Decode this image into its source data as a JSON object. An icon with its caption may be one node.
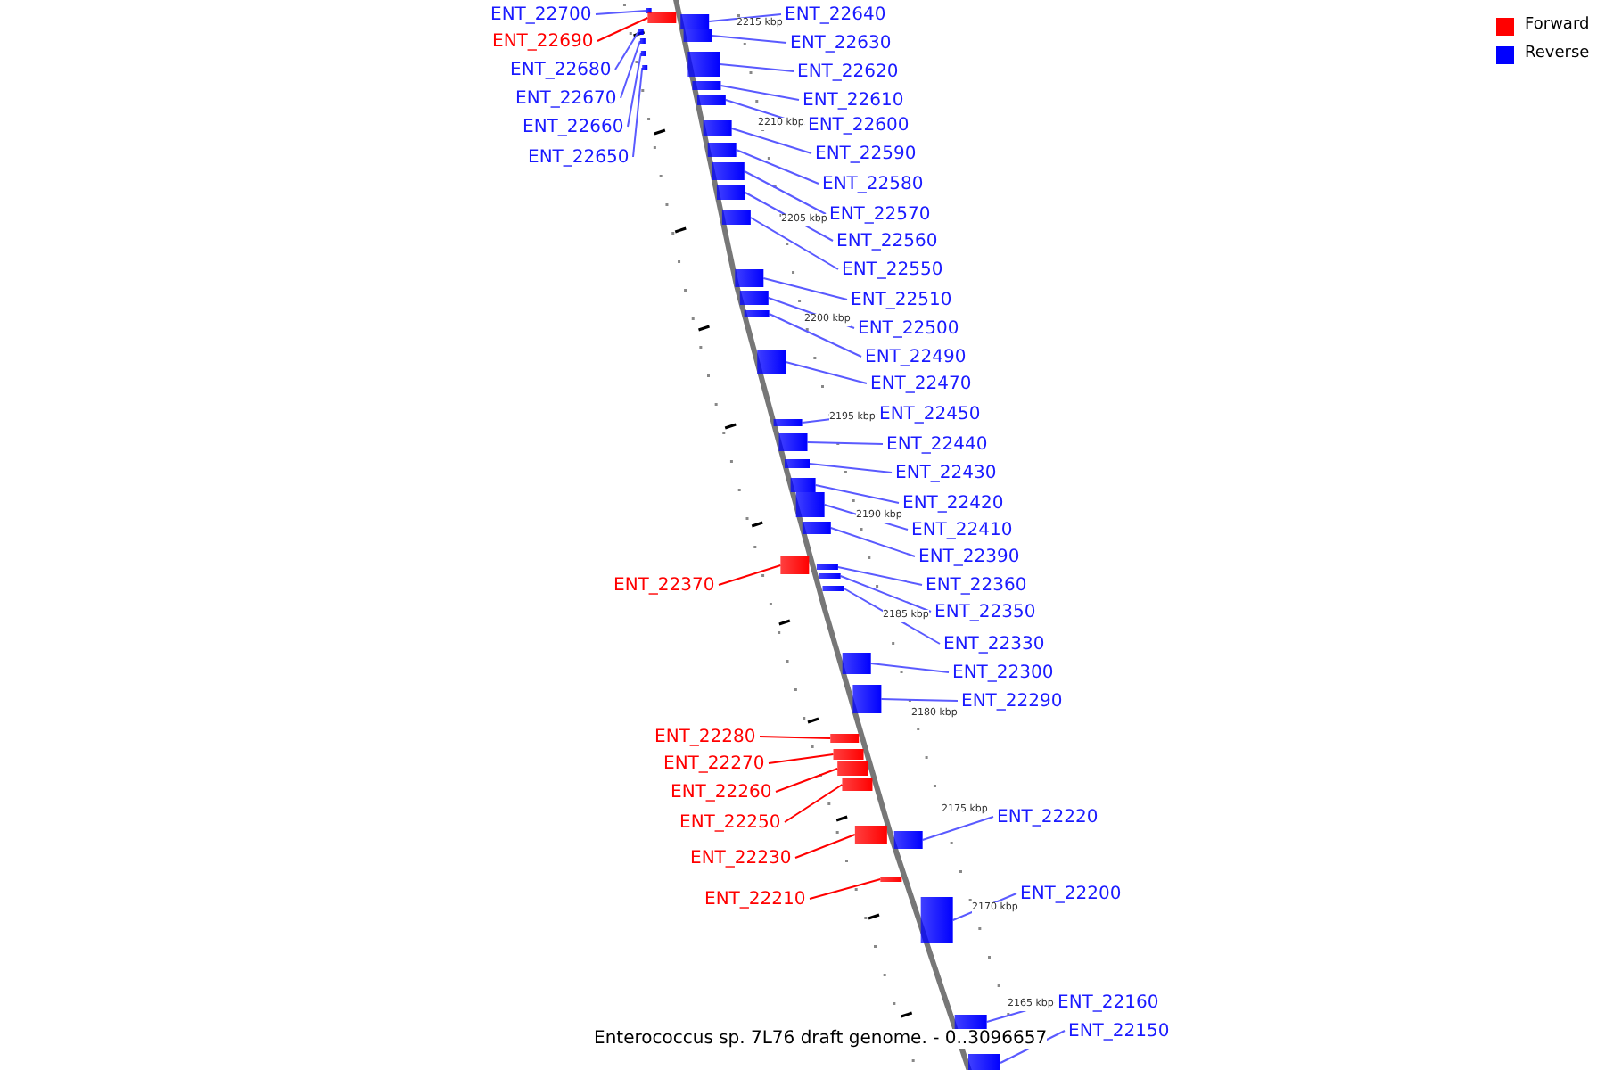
{
  "diagram": {
    "caption": "Enterococcus sp. 7L76 draft genome. - 0..3096657",
    "nodes": [
      {
        "text": [
          "ENT_22700"
        ]
      },
      {
        "text": [],
        "shape": "bar"
      },
      {
        "text": [
          "ENT_22690"
        ]
      },
      {
        "text": [],
        "shape": "bar"
      },
      {
        "text": [
          "ENT_22680"
        ]
      },
      {
        "text": [],
        "shape": "bar"
      },
      {
        "text": [
          "ENT_22670"
        ]
      },
      {
        "text": [],
        "shape": "bar"
      },
      {
        "text": [
          "ENT_22660"
        ]
      },
      {
        "text": [],
        "shape": "bar"
      },
      {
        "text": [
          "ENT_22650"
        ]
      },
      {
        "text": [],
        "shape": "bar"
      },
      {
        "text": [
          "ENT_22640"
        ]
      },
      {
        "text": [],
        "shape": "bar"
      },
      {
        "text": [
          "ENT_22630"
        ]
      },
      {
        "text": [],
        "shape": "bar"
      },
      {
        "text": [
          "ENT_22620"
        ]
      },
      {
        "text": [],
        "shape": "bar"
      },
      {
        "text": [
          "ENT_22610"
        ]
      },
      {
        "text": [],
        "shape": "bar"
      },
      {
        "text": [
          "ENT_22600"
        ]
      },
      {
        "text": [],
        "shape": "bar"
      },
      {
        "text": [
          "ENT_22590"
        ]
      },
      {
        "text": [],
        "shape": "bar"
      },
      {
        "text": [
          "ENT_22580"
        ]
      },
      {
        "text": [],
        "shape": "bar"
      },
      {
        "text": [
          "ENT_22570"
        ]
      },
      {
        "text": [],
        "shape": "bar"
      },
      {
        "text": [
          "ENT_22560"
        ]
      },
      {
        "text": [],
        "shape": "bar"
      },
      {
        "text": [
          "ENT_22550"
        ]
      },
      {
        "text": [],
        "shape": "bar"
      },
      {
        "text": [
          "ENT_22510"
        ]
      },
      {
        "text": [],
        "shape": "bar"
      },
      {
        "text": [
          "ENT_22500"
        ]
      },
      {
        "text": [],
        "shape": "bar"
      },
      {
        "text": [
          "ENT_22490"
        ]
      },
      {
        "text": [],
        "shape": "bar"
      },
      {
        "text": [
          "ENT_22470"
        ]
      },
      {
        "text": [],
        "shape": "bar"
      },
      {
        "text": [
          "ENT_22450"
        ]
      },
      {
        "text": [],
        "shape": "bar"
      },
      {
        "text": [
          "ENT_22440"
        ]
      },
      {
        "text": [],
        "shape": "bar"
      },
      {
        "text": [
          "ENT_22430"
        ]
      },
      {
        "text": [],
        "shape": "bar"
      },
      {
        "text": [
          "ENT_22420"
        ]
      },
      {
        "text": [],
        "shape": "bar"
      },
      {
        "text": [
          "ENT_22410"
        ]
      },
      {
        "text": [],
        "shape": "bar"
      },
      {
        "text": [
          "ENT_22390"
        ]
      },
      {
        "text": [],
        "shape": "bar"
      },
      {
        "text": [
          "ENT_22370"
        ]
      },
      {
        "text": [],
        "shape": "bar"
      },
      {
        "text": [
          "ENT_22360"
        ]
      },
      {
        "text": [],
        "shape": "bar"
      },
      {
        "text": [
          "ENT_22350"
        ]
      },
      {
        "text": [],
        "shape": "bar"
      },
      {
        "text": [
          "ENT_22330"
        ]
      },
      {
        "text": [],
        "shape": "bar"
      },
      {
        "text": [
          "ENT_22300"
        ]
      },
      {
        "text": [],
        "shape": "bar"
      },
      {
        "text": [
          "ENT_22290"
        ]
      },
      {
        "text": [],
        "shape": "bar"
      },
      {
        "text": [
          "ENT_22280"
        ]
      },
      {
        "text": [],
        "shape": "bar"
      },
      {
        "text": [
          "ENT_22270"
        ]
      },
      {
        "text": [],
        "shape": "bar"
      },
      {
        "text": [
          "ENT_22260"
        ]
      },
      {
        "text": [],
        "shape": "bar"
      },
      {
        "text": [
          "ENT_22250"
        ]
      },
      {
        "text": [],
        "shape": "bar"
      },
      {
        "text": [
          "ENT_22230"
        ]
      },
      {
        "text": [],
        "shape": "bar"
      },
      {
        "text": [
          "ENT_22220"
        ]
      },
      {
        "text": [],
        "shape": "bar"
      },
      {
        "text": [
          "ENT_22210"
        ]
      },
      {
        "text": [],
        "shape": "bar"
      },
      {
        "text": [
          "ENT_22200"
        ]
      },
      {
        "text": [],
        "shape": "bar"
      },
      {
        "text": [
          "ENT_22160"
        ]
      },
      {
        "text": [],
        "shape": "bar"
      },
      {
        "text": [
          "ENT_22150"
        ]
      },
      {
        "text": [],
        "shape": "bar"
      }
    ],
    "edges": [
      {
        "from": 0,
        "to": 1,
        "arrow": "none"
      },
      {
        "from": 2,
        "to": 3,
        "arrow": "none",
        "color": "#ff0000"
      },
      {
        "from": 4,
        "to": 5,
        "arrow": "none"
      },
      {
        "from": 6,
        "to": 7,
        "arrow": "none"
      },
      {
        "from": 8,
        "to": 9,
        "arrow": "none"
      },
      {
        "from": 10,
        "to": 11,
        "arrow": "none"
      },
      {
        "from": 12,
        "to": 13,
        "arrow": "none"
      },
      {
        "from": 14,
        "to": 15,
        "arrow": "none"
      },
      {
        "from": 16,
        "to": 17,
        "arrow": "none"
      },
      {
        "from": 18,
        "to": 19,
        "arrow": "none"
      },
      {
        "from": 20,
        "to": 21,
        "arrow": "none"
      },
      {
        "from": 22,
        "to": 23,
        "arrow": "none"
      },
      {
        "from": 24,
        "to": 25,
        "arrow": "none"
      },
      {
        "from": 26,
        "to": 27,
        "arrow": "none"
      },
      {
        "from": 28,
        "to": 29,
        "arrow": "none"
      },
      {
        "from": 30,
        "to": 31,
        "arrow": "none"
      },
      {
        "from": 32,
        "to": 33,
        "arrow": "none"
      },
      {
        "from": 34,
        "to": 35,
        "arrow": "none"
      },
      {
        "from": 36,
        "to": 37,
        "arrow": "none"
      },
      {
        "from": 38,
        "to": 39,
        "arrow": "none"
      },
      {
        "from": 40,
        "to": 41,
        "arrow": "none"
      },
      {
        "from": 42,
        "to": 43,
        "arrow": "none"
      },
      {
        "from": 44,
        "to": 45,
        "arrow": "none"
      },
      {
        "from": 46,
        "to": 47,
        "arrow": "none"
      },
      {
        "from": 48,
        "to": 49,
        "arrow": "none"
      },
      {
        "from": 50,
        "to": 51,
        "arrow": "none"
      },
      {
        "from": 52,
        "to": 53,
        "arrow": "none",
        "color": "#ff0000"
      },
      {
        "from": 54,
        "to": 55,
        "arrow": "none"
      },
      {
        "from": 56,
        "to": 57,
        "arrow": "none"
      },
      {
        "from": 58,
        "to": 59,
        "arrow": "none"
      },
      {
        "from": 60,
        "to": 61,
        "arrow": "none"
      },
      {
        "from": 62,
        "to": 63,
        "arrow": "none"
      },
      {
        "from": 64,
        "to": 65,
        "arrow": "none",
        "color": "#ff0000"
      },
      {
        "from": 66,
        "to": 67,
        "arrow": "none",
        "color": "#ff0000"
      },
      {
        "from": 68,
        "to": 69,
        "arrow": "none",
        "color": "#ff0000"
      },
      {
        "from": 70,
        "to": 71,
        "arrow": "none",
        "color": "#ff0000"
      },
      {
        "from": 72,
        "to": 73,
        "arrow": "none",
        "color": "#ff0000"
      },
      {
        "from": 74,
        "to": 75,
        "arrow": "none"
      },
      {
        "from": 76,
        "to": 77,
        "arrow": "none",
        "color": "#ff0000"
      },
      {
        "from": 78,
        "to": 79,
        "arrow": "none"
      },
      {
        "from": 80,
        "to": 81,
        "arrow": "none"
      },
      {
        "from": 82,
        "to": 83,
        "arrow": "none"
      }
    ],
    "labels": [
      "2215 kbp",
      "2210 kbp",
      "2205 kbp",
      "2200 kbp",
      "2195 kbp",
      "2190 kbp",
      "2185 kbp",
      "2180 kbp",
      "2175 kbp",
      "2170 kbp",
      "2165 kbp"
    ],
    "legend": [
      {
        "text": "Forward",
        "color": "#ff0000"
      },
      {
        "text": "Reverse",
        "color": "#0000ff"
      }
    ]
  }
}
